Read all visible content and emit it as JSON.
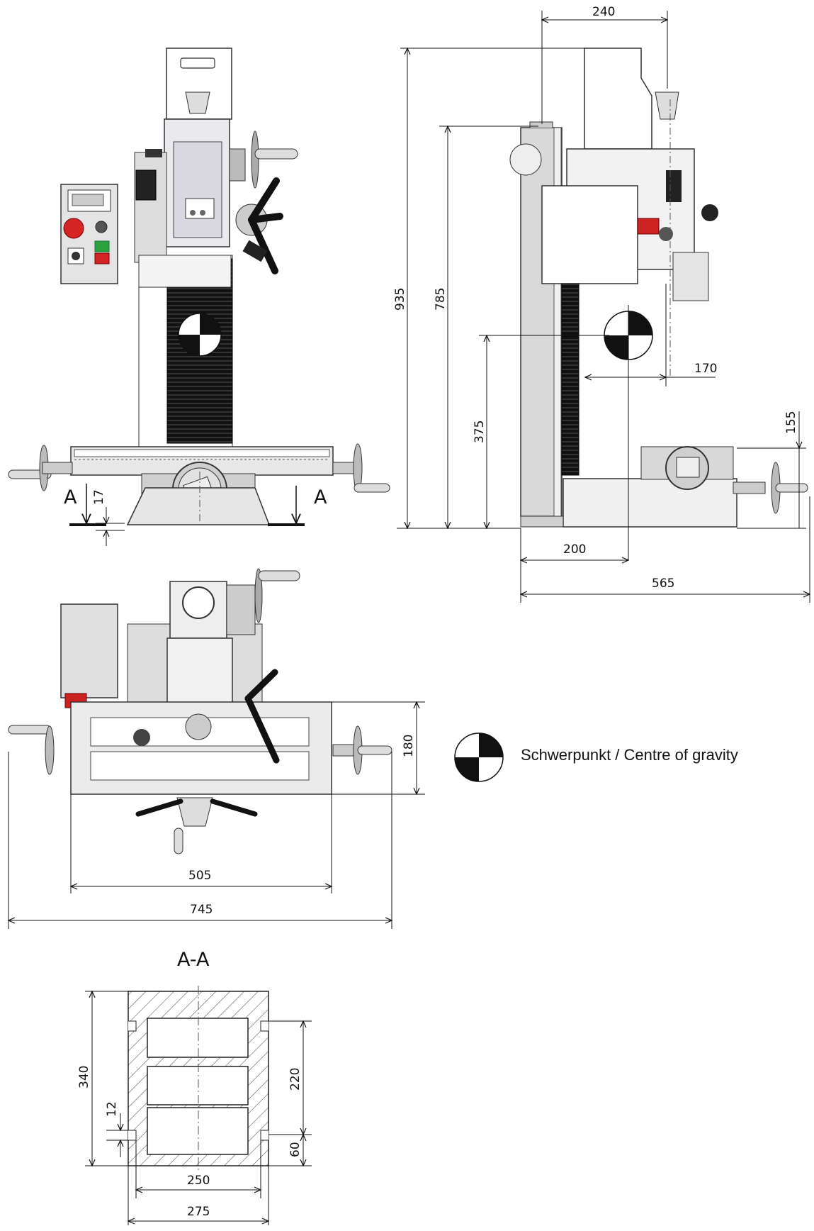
{
  "dimensions": {
    "width_top": "240",
    "height_total": "935",
    "height_head": "785",
    "height_cg": "375",
    "offset_cg_side": "170",
    "table_height": "155",
    "base_to_cg": "200",
    "depth_total": "565",
    "gap_17": "17",
    "table_front": "180",
    "table_width": "505",
    "overall_width": "745",
    "section_340": "340",
    "section_220": "220",
    "slot_12": "12",
    "slot_60": "60",
    "section_250": "250",
    "section_275": "275"
  },
  "section_marks": {
    "left": "A",
    "right": "A",
    "title": "A-A"
  },
  "legend": {
    "centre_of_gravity": "Schwerpunkt / Centre of gravity"
  }
}
